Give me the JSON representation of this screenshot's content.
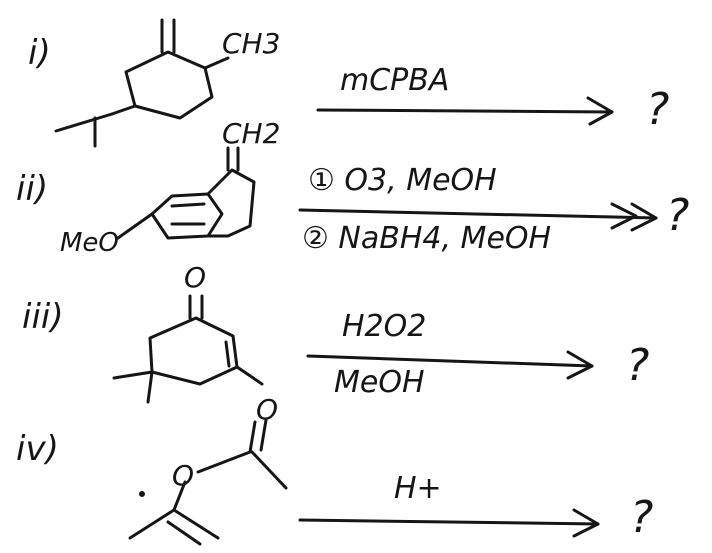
{
  "problems": [
    {
      "numeral": "i)",
      "substituent": "CH3",
      "reagents": [
        "mCPBA"
      ],
      "product": "?"
    },
    {
      "numeral": "ii)",
      "substituent_top": "CH2",
      "substituent_left": "MeO",
      "reagents": [
        "① O3, MeOH",
        "② NaBH4, MeOH"
      ],
      "product": "?"
    },
    {
      "numeral": "iii)",
      "substituent": "O",
      "reagents": [
        "H2O2",
        "MeOH"
      ],
      "product": "?"
    },
    {
      "numeral": "iv)",
      "substituents": [
        "O",
        "O"
      ],
      "reagents": [
        "H+"
      ],
      "product": "?"
    }
  ]
}
